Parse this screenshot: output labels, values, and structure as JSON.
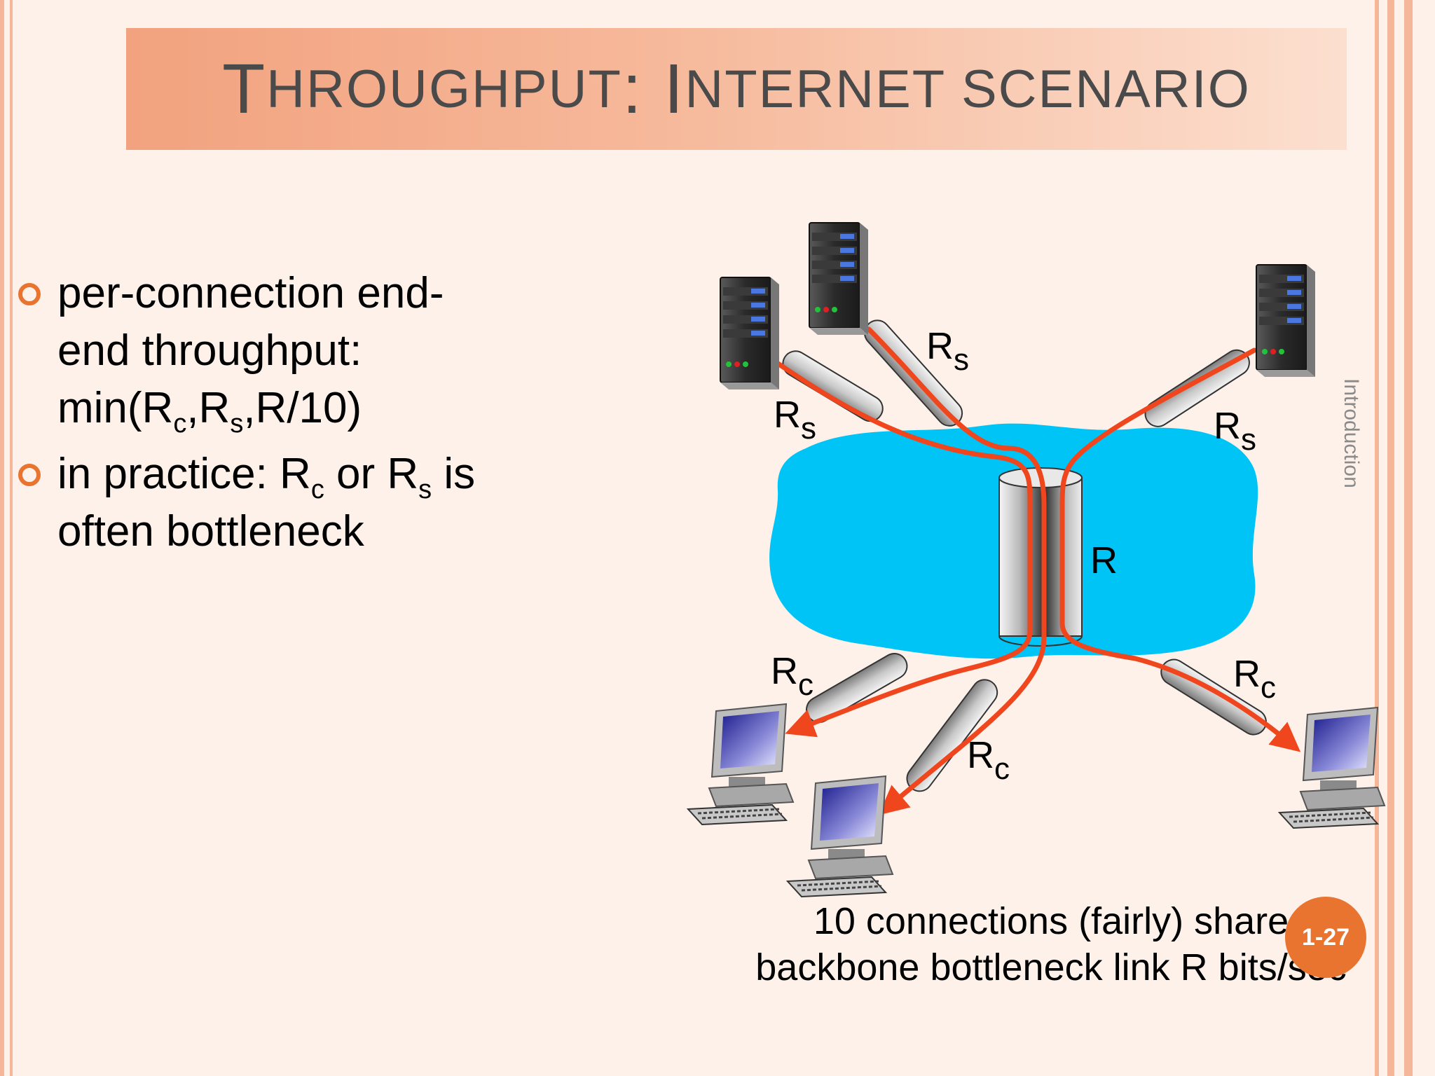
{
  "title": {
    "first_cap": "T",
    "rest1": "HROUGHPUT",
    "colon": ": ",
    "second_cap": "I",
    "rest2": "NTERNET SCENARIO"
  },
  "bullets": [
    {
      "line1": "per-connection end-",
      "line2": "end throughput:",
      "line3_prefix": "min(R",
      "sub_c": "c",
      "comma1": ",R",
      "sub_s": "s",
      "line3_suffix": ",R/10)"
    },
    {
      "prefix": "in practice: R",
      "sub_c": "c",
      "middle": " or R",
      "sub_s": "s",
      "suffix": " is",
      "line2": "often bottleneck"
    }
  ],
  "side_label": "Introduction",
  "diagram": {
    "link_server": {
      "base": "R",
      "sub": "s"
    },
    "link_client": {
      "base": "R",
      "sub": "c"
    },
    "link_backbone": "R"
  },
  "caption": {
    "line1": "10 connections (fairly) share",
    "line2": "backbone bottleneck link R bits/sec"
  },
  "page_number": "1-27",
  "colors": {
    "accent": "#e8742f",
    "cloud": "#00c4f5",
    "flow": "#f0461e"
  },
  "icons": [
    "server-icon",
    "workstation-icon",
    "network-cloud",
    "pipe-link"
  ]
}
